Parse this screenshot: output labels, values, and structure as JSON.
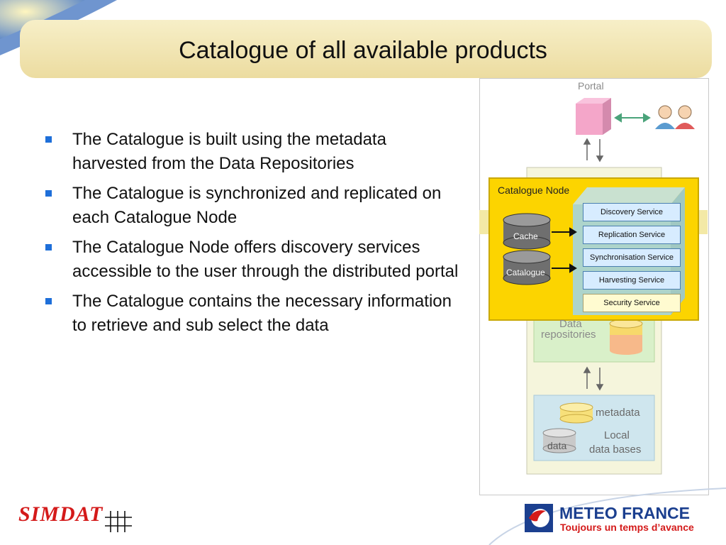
{
  "slide": {
    "title": "Catalogue of all available products",
    "bullets": [
      "The Catalogue is built using the metadata harvested from the Data Repositories",
      "The Catalogue is synchronized and replicated on each Catalogue Node",
      "The Catalogue Node offers discovery services accessible to the user through the distributed portal",
      "The Catalogue contains the necessary information to retrieve and sub select the data"
    ]
  },
  "diagram": {
    "portal_label": "Portal",
    "catalogue_node_label": "Catalogue Node",
    "cache_label": "Cache",
    "catalogue_db_label": "Catalogue",
    "services": [
      "Discovery Service",
      "Replication Service",
      "Synchronisation Service",
      "Harvesting Service",
      "Security Service"
    ],
    "data_repositories_label_1": "Data",
    "data_repositories_label_2": "repositories",
    "metadata_label": "metadata",
    "data_label": "data",
    "local_db_label_1": "Local",
    "local_db_label_2": "data bases"
  },
  "footer": {
    "simdat": "SIMDAT",
    "org_name": "METEO FRANCE",
    "org_tagline": "Toujours un temps d’avance"
  },
  "colors": {
    "bullet": "#1e6fd9",
    "title_band": "#ecdca0",
    "catalogue_node": "#fcd400",
    "brand_red": "#d41a1a",
    "brand_blue": "#1b3f8f"
  }
}
